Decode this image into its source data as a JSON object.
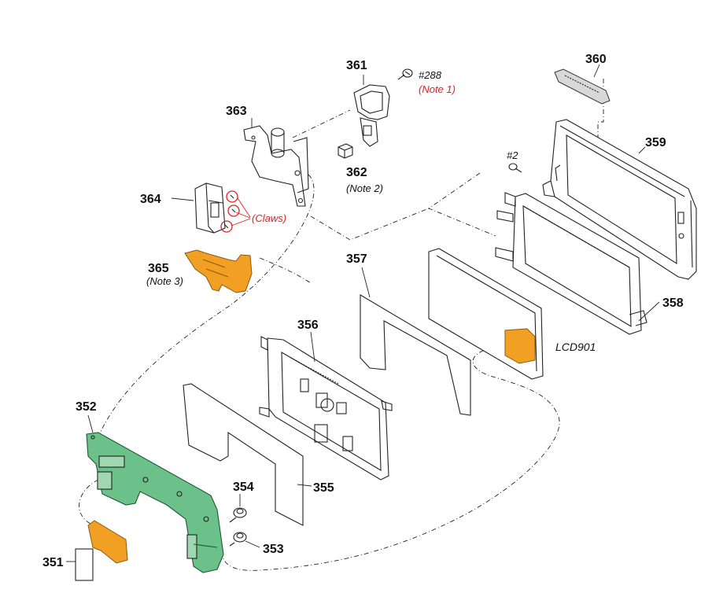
{
  "parts": {
    "p351": "351",
    "p352": "352",
    "p353": "353",
    "p354": "354",
    "p355": "355",
    "p356": "356",
    "p357": "357",
    "p358": "358",
    "p359": "359",
    "p360": "360",
    "p361": "361",
    "p362": "362",
    "p363": "363",
    "p364": "364",
    "p365": "365"
  },
  "screws": {
    "s288": "#288",
    "s2": "#2"
  },
  "notes": {
    "note1": "(Note 1)",
    "note2": "(Note 2)",
    "note3": "(Note 3)",
    "claws": "(Claws)"
  },
  "refs": {
    "lcd": "LCD901"
  },
  "colors": {
    "flex_orange": "#f2a024",
    "board_green": "#6cc08a",
    "note_red": "#e02020"
  }
}
